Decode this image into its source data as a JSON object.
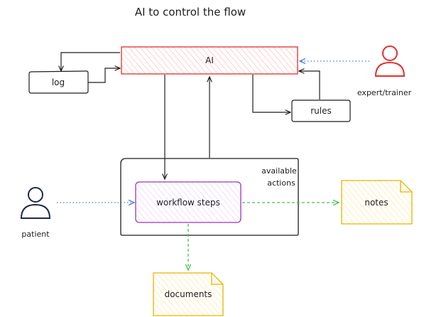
{
  "title": "AI to control the flow",
  "nodes": {
    "ai": {
      "label": "AI"
    },
    "log": {
      "label": "log"
    },
    "rules": {
      "label": "rules"
    },
    "expert": {
      "label": "expert/trainer"
    },
    "patient": {
      "label": "patient"
    },
    "actions_container": {
      "label_line1": "available",
      "label_line2": "actions"
    },
    "workflow": {
      "label": "workflow steps"
    },
    "notes": {
      "label": "notes"
    },
    "documents": {
      "label": "documents"
    }
  },
  "colors": {
    "ai_fill": "#ffc9c9",
    "ai_stroke": "#e03131",
    "expert_stroke": "#e03131",
    "patient_stroke": "#1e2a4a",
    "workflow_fill": "#eebefa",
    "workflow_stroke": "#9c36b5",
    "note_fill": "#ffec99",
    "note_stroke": "#e8b400",
    "green_dash": "#40c057",
    "blue_dot": "#4a7bd0",
    "ink": "#1e1e1e"
  }
}
